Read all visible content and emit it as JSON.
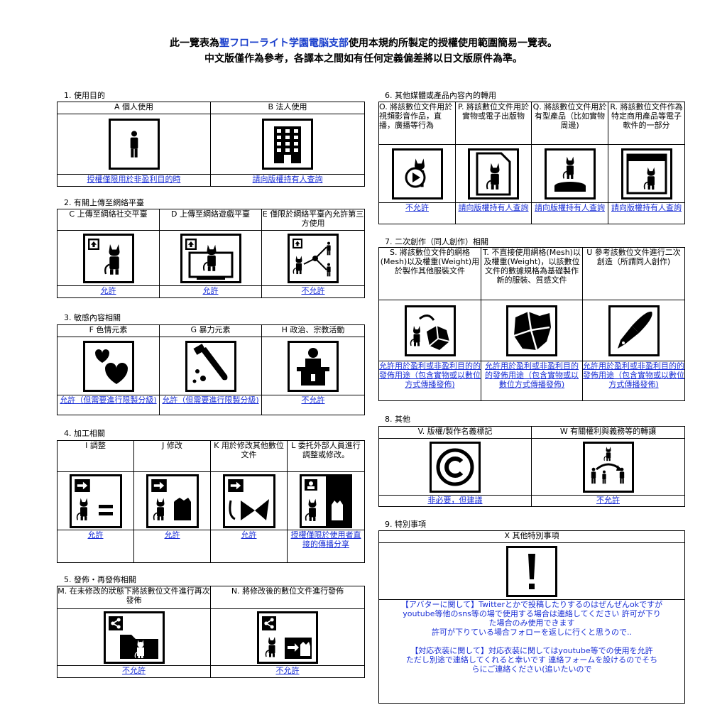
{
  "header": {
    "line1_pre": "此一覽表為",
    "line1_org": "聖フローライト学園電脳支部",
    "line1_post": "使用本規約所製定的授權使用範圍簡易一覽表。",
    "line2": "中文版僅作為參考，各譯本之間如有任何定義偏差將以日文版原件為準。"
  },
  "sections": {
    "s1": {
      "title": "1. 使用目的",
      "items": [
        {
          "label": "A 個人使用",
          "perm": "授權僅限用於非盈利目的時",
          "icon": "person-icon"
        },
        {
          "label": "B 法人使用",
          "perm": "請向版權持有人查詢",
          "icon": "building-icon"
        }
      ]
    },
    "s2": {
      "title": "2. 有關上傳至網絡平臺",
      "items": [
        {
          "label": "C 上傳至網絡社交平臺",
          "perm": "允許",
          "icon": "upload-avatar-icon"
        },
        {
          "label": "D 上傳至網絡遊戲平臺",
          "perm": "允許",
          "icon": "upload-game-icon"
        },
        {
          "label": "E 僅限於網絡平臺內允許第三方使用",
          "perm": "不允許",
          "icon": "share-third-party-icon"
        }
      ]
    },
    "s3": {
      "title": "3. 敏感內容相關",
      "items": [
        {
          "label": "F 色情元素",
          "perm": "允許（但需要進行限製分級)",
          "icon": "hearts-icon"
        },
        {
          "label": "G 暴力元素",
          "perm": "允許（但需要進行限製分級)",
          "icon": "knife-icon"
        },
        {
          "label": "H 政治、宗教活動",
          "perm": "不允許",
          "icon": "podium-icon"
        }
      ]
    },
    "s4": {
      "title": "4. 加工相關",
      "items": [
        {
          "label": "I 調整",
          "perm": "允許",
          "icon": "adjust-icon"
        },
        {
          "label": "J 修改",
          "perm": "允許",
          "icon": "modify-icon"
        },
        {
          "label": "K 用於修改其他數位文件",
          "perm": "允許",
          "icon": "modify-other-icon"
        },
        {
          "label": "L 委托外部人員進行調整或修改。",
          "perm": "授權僅限於使用者直接的傳播分享",
          "icon": "outsource-icon"
        }
      ]
    },
    "s5": {
      "title": "5. 發佈・再發佈相關",
      "items": [
        {
          "label": "M. 在未修改的狀態下將該數位文件進行再次發佈",
          "perm": "不允許",
          "icon": "share-folder-icon"
        },
        {
          "label": "N. 將修改後的數位文件進行發佈",
          "perm": "不允許",
          "icon": "share-modified-icon"
        }
      ]
    },
    "s6": {
      "title": "6. 其他媒體或產品內容內的轉用",
      "items": [
        {
          "label": "O. 將該數位文件用於視頻影音作品，直播，廣播等行為",
          "perm": "不允許",
          "icon": "video-icon"
        },
        {
          "label": "P. 將該數位文件用於實物或電子出版物",
          "perm": "請向版權持有人查詢",
          "icon": "document-icon"
        },
        {
          "label": "Q. 將該數位文件用於有型產品（比如實物周邊)",
          "perm": "請向版權持有人查詢",
          "icon": "figure-icon"
        },
        {
          "label": "R. 將該數位文件作為特定商用產品等電子軟件的一部分",
          "perm": "請向版權持有人查詢",
          "icon": "software-icon"
        }
      ]
    },
    "s7": {
      "title": "7. 二次創作（同人創作）相關",
      "items": [
        {
          "label": "S. 將該數位文件的網格(Mesh)以及權重(Weight)用於製作其他服裝文件",
          "perm": "允許用於盈利或非盈利目的的發佈用途（包含實物或以數位方式傳播發佈)",
          "icon": "mesh-icon"
        },
        {
          "label": "T. 不直接使用網格(Mesh)以及權重(Weight)，以該數位文件的數據規格為基礎製作新的服裝、質感文件",
          "perm": "允許用於盈利或非盈利目的的發佈用途（包含實物或以數位方式傳播發佈)",
          "icon": "cloth-icon"
        },
        {
          "label": "U 參考該數位文件進行二次創造（所謂同人創作)",
          "perm": "允許用於盈利或非盈利目的的發佈用途（包含實物或以數位方式傳播發佈)",
          "icon": "pen-icon"
        }
      ]
    },
    "s8": {
      "title": "8. 其他",
      "items": [
        {
          "label": "V. 版權/製作名義標記",
          "perm": "非必要，但建議",
          "icon": "copyright-icon"
        },
        {
          "label": "W 有關權利與義務等的轉讓",
          "perm": "不允許",
          "icon": "transfer-icon"
        }
      ]
    },
    "s9": {
      "title": "9. 特別事項",
      "label": "X 其他特別事項",
      "icon": "exclamation-icon",
      "text": "【アバターに関して】Twitterとかで投稿したりするのはぜんぜんokですが\nyoutube等他のsns等の場で使用する場合は連絡してください 許可が下り\nた場合のみ使用できます\n許可が下りている場合フォローを返しに行くと思うので..\n\n【対応衣装に関して】対応衣装に関してはyoutube等での使用を允許\nただし別途で連絡してくれると幸いです 連絡フォームを設けるのでそち\nらにご連絡ください(追いたいので"
    }
  }
}
